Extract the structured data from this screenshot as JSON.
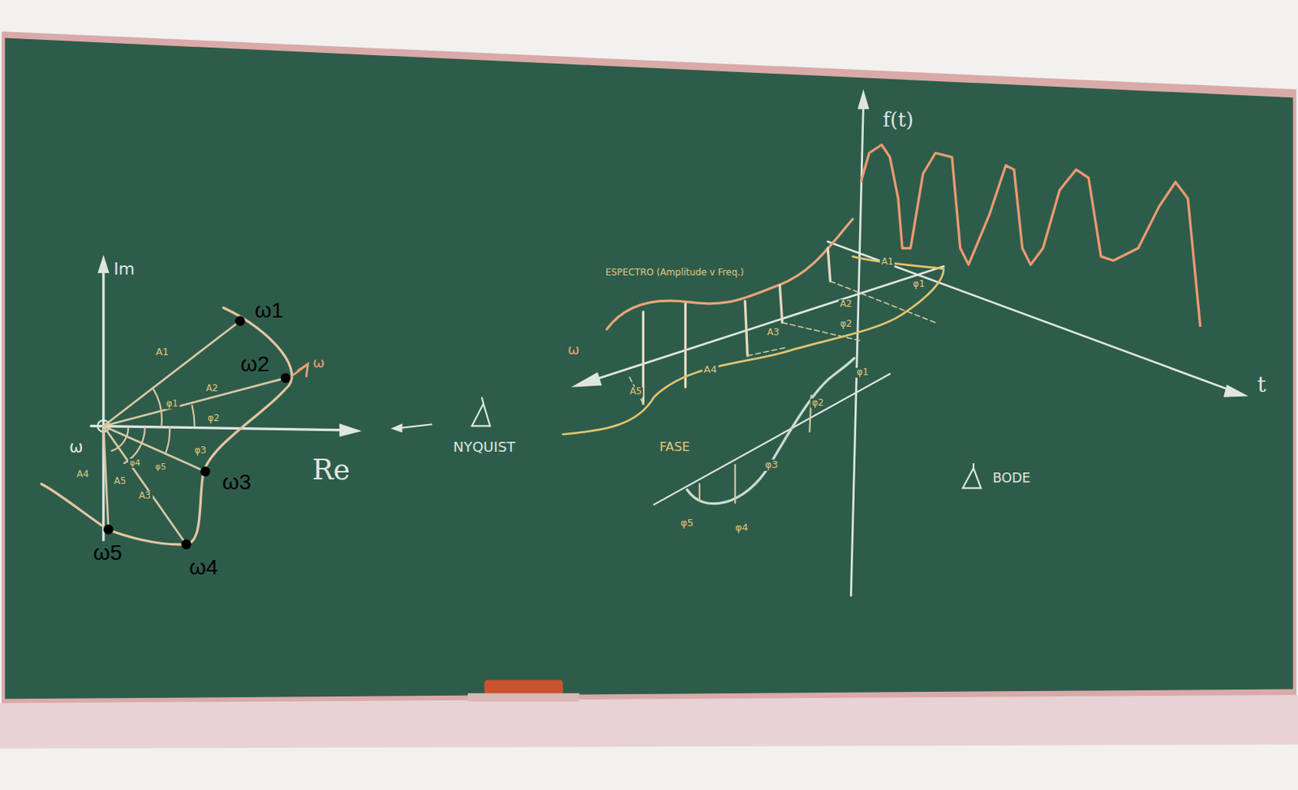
{
  "diagram": {
    "labels": [
      "Im",
      "Re",
      "ω",
      "ω1",
      "ω2",
      "ω3",
      "ω4",
      "ω5",
      "ω",
      "A1",
      "A2",
      "A3",
      "A4",
      "A5",
      "φ1",
      "φ2",
      "φ3",
      "φ4",
      "φ5",
      "NYQUIST",
      "ESPECTRO (Amplitude v Freq.)",
      "ω",
      "A1",
      "φ1",
      "A2",
      "φ2",
      "A3",
      "A4",
      "A5",
      "FASE",
      "φ1",
      "φ2",
      "φ3",
      "φ4",
      "φ5",
      "f(t)",
      "t",
      "BODE"
    ]
  }
}
